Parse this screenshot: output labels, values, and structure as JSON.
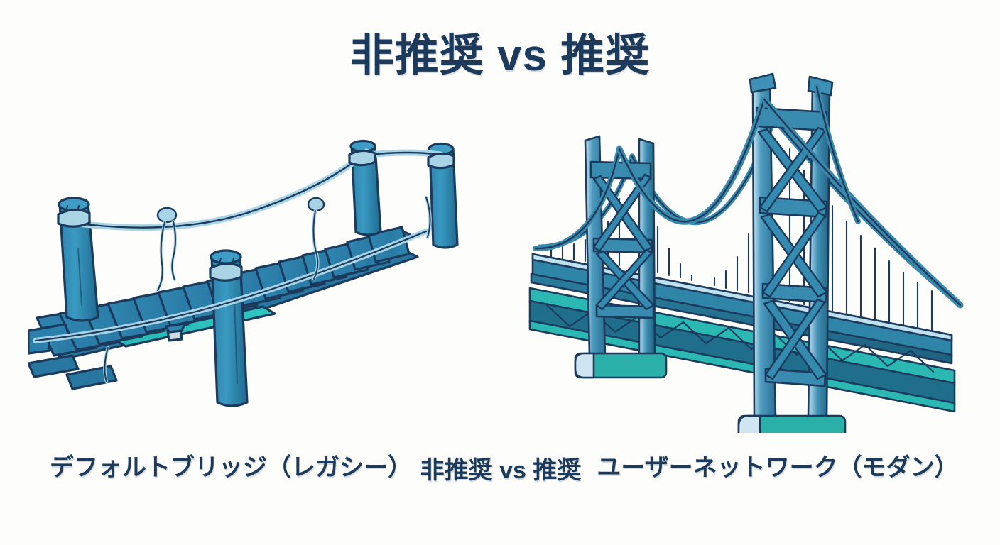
{
  "page": {
    "background_color": "#fdfdfb",
    "ink_color": "#1b3a5c"
  },
  "header": {
    "title": "非推奨 vs 推奨"
  },
  "captions": {
    "left": "デフォルトブリッジ（レガシー）",
    "center": "非推奨 vs 推奨",
    "right": "ユーザーネットワーク（モダン）"
  },
  "illustrations": {
    "left": {
      "name": "legacy-rope-plank-bridge",
      "description": "古い木製のロープ吊り橋（壊れかけの板とロープ）",
      "palette": {
        "outline": "#1b3a5c",
        "wood_fill": "#2e83ad",
        "wood_shadow": "#1f6f96",
        "wood_highlight": "#3f9cc4",
        "teal_accent": "#27c0bd",
        "rope": "#a8d4e6",
        "rope_shadow": "#7fb8d0"
      }
    },
    "right": {
      "name": "modern-suspension-bridge",
      "description": "近代的な吊り橋（鋼鉄の主塔、主ケーブル、トラス桁）",
      "palette": {
        "outline": "#1b3a5c",
        "steel_fill": "#3a86ae",
        "steel_dark": "#20617f",
        "steel_light": "#bfe0ef",
        "deck_fill": "#1f6e8c",
        "deck_teal": "#2bb8b3",
        "pier_teal": "#2ab0a8",
        "cable": "#357fa4"
      }
    }
  },
  "comparison": {
    "type": "side-by-side",
    "left_verdict": "非推奨",
    "right_verdict": "推奨"
  }
}
